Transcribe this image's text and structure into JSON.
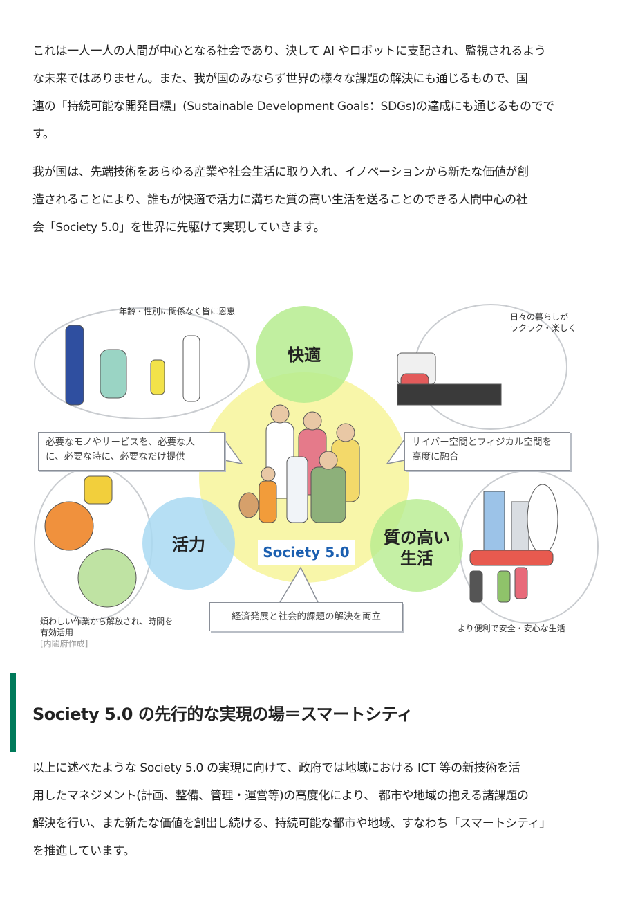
{
  "intro": {
    "paragraph1": [
      "これは一人一人の人間が中心となる社会であり、決して AI やロボットに支配され、監視されるよう",
      "な未来ではありません。また、我が国のみならず世界の様々な課題の解決にも通じるもので、国",
      "連の「持続可能な開発目標」(Sustainable Development Goals：SDGs)の達成にも通じるものでで",
      "す。"
    ],
    "paragraph2": [
      "我が国は、先端技術をあらゆる産業や社会生活に取り入れ、イノベーションから新たな価値が創",
      "造されることにより、誰もが快適で活力に満ちた質の高い生活を送ることのできる人間中心の社",
      "会「Society 5.0」を世界に先駆けて実現していきます。"
    ]
  },
  "figure": {
    "center_label": "Society 5.0",
    "circles": {
      "top": "快適",
      "left": "活力",
      "right_line1": "質の高い",
      "right_line2": "生活"
    },
    "captions": {
      "top_left": "年齢・性別に関係なく皆に恩恵",
      "top_right_line1": "日々の暮らしが",
      "top_right_line2": "ラクラク・楽しく",
      "bottom_left_line1": "煩わしい作業から解放され、時間を",
      "bottom_left_line2": "有効活用",
      "bottom_right": "より便利で安全・安心な生活",
      "credit": "[内閣府作成]"
    },
    "callouts": {
      "left_line1": "必要なモノやサービスを、必要な人",
      "left_line2": "に、必要な時に、必要なだけ提供",
      "right_line1": "サイバー空間とフィジカル空間を",
      "right_line2": "高度に融合",
      "bottom": "経済発展と社会的課題の解決を両立"
    },
    "colors": {
      "yellow": "#f7f59a",
      "green": "#b6ec8f",
      "blue": "#a9d9f2",
      "label_blue": "#1b5fb0"
    }
  },
  "section": {
    "heading": "Society 5.0 の先行的な実現の場＝スマートシティ",
    "accent_color": "#007a5a",
    "paragraph": [
      "以上に述べたような Society 5.0 の実現に向けて、政府では地域における ICT  等の新技術を活",
      "用したマネジメント(計画、整備、管理・運営等)の高度化により、 都市や地域の抱える諸課題の",
      "解決を行い、また新たな価値を創出し続ける、持続可能な都市や地域、すなわち「スマートシティ」",
      "を推進しています。"
    ]
  }
}
